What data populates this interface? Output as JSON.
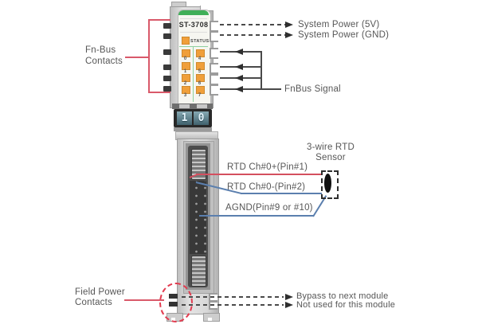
{
  "module": {
    "model": "ST-3708",
    "status_label": "STATUS",
    "led_left": [
      "0",
      "1",
      "2",
      "3"
    ],
    "led_right": [
      "4",
      "5",
      "6",
      "7"
    ],
    "display": [
      "1",
      "0"
    ]
  },
  "labels": {
    "fn_bus_line1": "Fn-Bus",
    "fn_bus_line2": "Contacts",
    "system_power_5v": "System Power (5V)",
    "system_power_gnd": "System Power (GND)",
    "fnbus_signal": "FnBus Signal",
    "sensor_line1": "3-wire RTD",
    "sensor_line2": "Sensor",
    "rtd_plus": "RTD Ch#0+(Pin#1)",
    "rtd_minus": "RTD Ch#0-(Pin#2)",
    "agnd": "AGND(Pin#9 or #10)",
    "field_power_line1": "Field Power",
    "field_power_line2": "Contacts",
    "bypass": "Bypass to next module",
    "not_used": "Not used for this module"
  },
  "colors": {
    "green_bar": "#3fae58",
    "led_orange": "#f09f3a",
    "display_digit": "#e2f2fa",
    "line_dark": "#4a4a4a",
    "line_red": "#d44f5f",
    "line_blue": "#5b7fae",
    "accent_red": "#e23c50",
    "label_text": "#565656"
  }
}
